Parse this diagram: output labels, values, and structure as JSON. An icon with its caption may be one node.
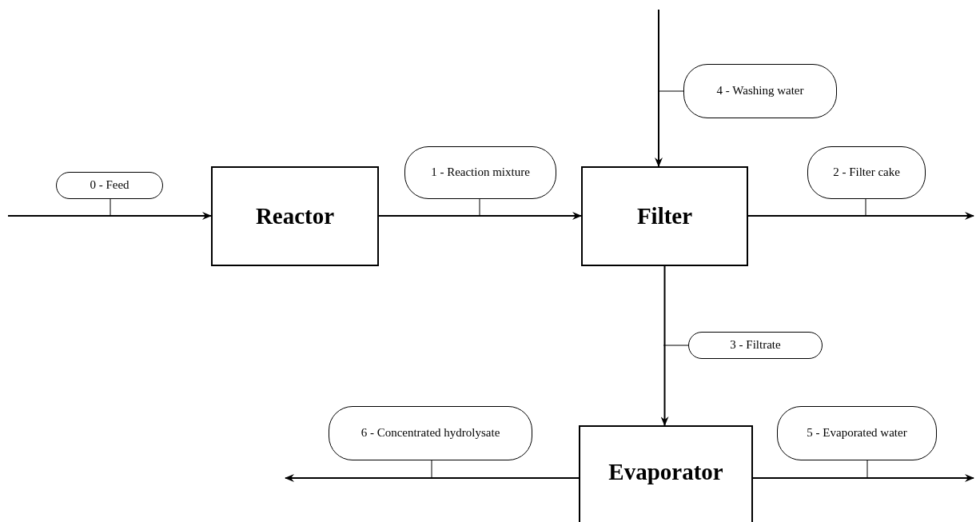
{
  "diagram": {
    "nodes": [
      {
        "text": [
          "Reactor"
        ]
      },
      {
        "text": [
          "Filter"
        ]
      },
      {
        "text": [
          "Evaporator"
        ]
      },
      {
        "text": [
          "0 - Feed"
        ]
      },
      {
        "text": [
          "1 - Reaction mixture"
        ]
      },
      {
        "text": [
          "2 - Filter cake"
        ]
      },
      {
        "text": [
          "4 - Washing water"
        ]
      },
      {
        "text": [
          "3 - Filtrate"
        ]
      },
      {
        "text": [
          "6 - Concentrated hydrolysate"
        ]
      },
      {
        "text": [
          "5 - Evaporated water"
        ]
      }
    ],
    "edges": [
      {
        "from": null,
        "to": 0,
        "arrow": "to"
      },
      {
        "from": 0,
        "to": 1,
        "arrow": "to"
      },
      {
        "from": 1,
        "to": null,
        "arrow": "to"
      },
      {
        "from": null,
        "to": 1,
        "arrow": "to"
      },
      {
        "from": 1,
        "to": 2,
        "arrow": "to"
      },
      {
        "from": 2,
        "to": null,
        "arrow": "to"
      },
      {
        "from": 2,
        "to": null,
        "arrow": "to"
      },
      {
        "from": 3,
        "to": null,
        "arrow": "none"
      },
      {
        "from": 4,
        "to": null,
        "arrow": "none"
      },
      {
        "from": 5,
        "to": null,
        "arrow": "none"
      },
      {
        "from": 6,
        "to": null,
        "arrow": "none"
      },
      {
        "from": 7,
        "to": null,
        "arrow": "none"
      },
      {
        "from": 8,
        "to": null,
        "arrow": "none"
      },
      {
        "from": 9,
        "to": null,
        "arrow": "none"
      }
    ]
  }
}
